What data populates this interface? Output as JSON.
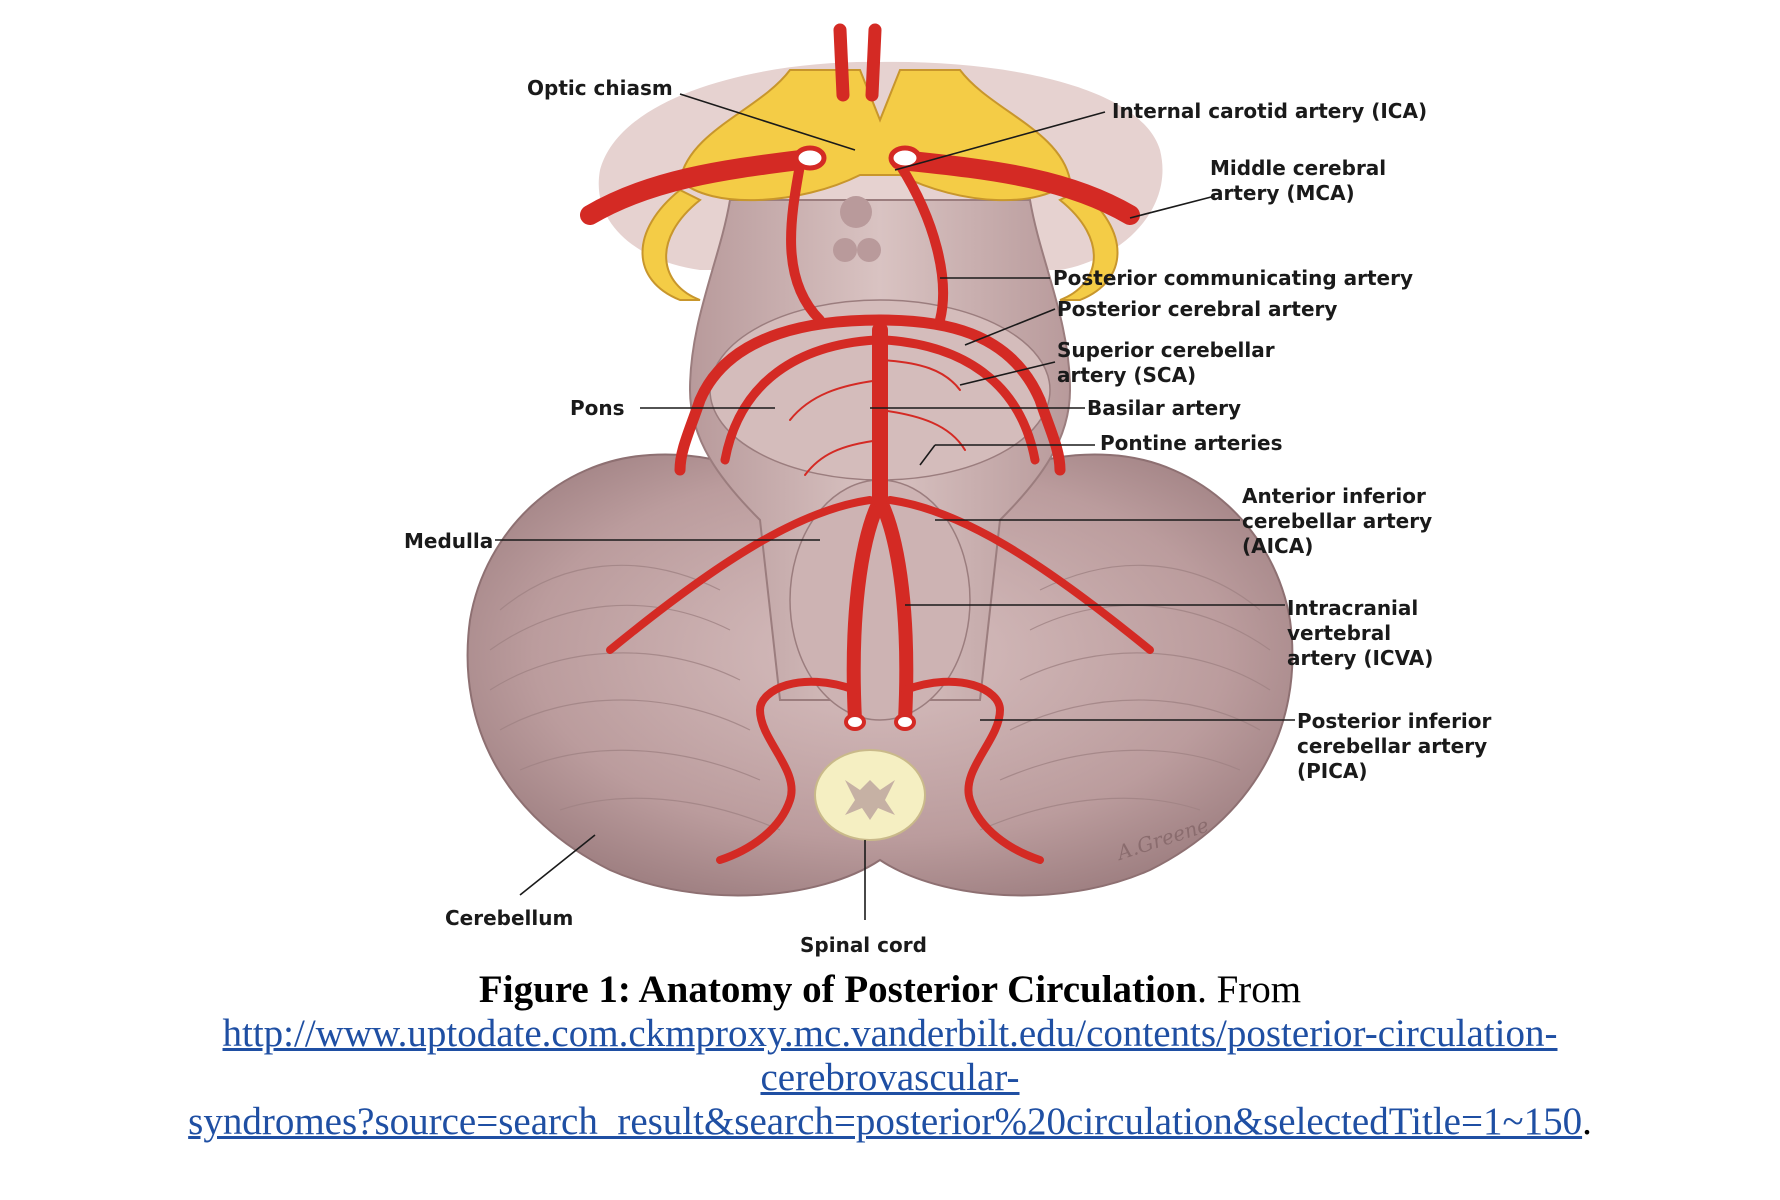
{
  "labels": {
    "optic_chiasm": "Optic chiasm",
    "ica": "Internal carotid artery (ICA)",
    "mca_1": "Middle cerebral",
    "mca_2": "artery (MCA)",
    "pcomm": "Posterior communicating artery",
    "pca": "Posterior cerebral artery",
    "sca_1": "Superior cerebellar",
    "sca_2": "artery (SCA)",
    "pons": "Pons",
    "basilar": "Basilar artery",
    "pontine": "Pontine arteries",
    "aica_1": "Anterior inferior",
    "aica_2": "cerebellar artery",
    "aica_3": "(AICA)",
    "medulla": "Medulla",
    "icva_1": "Intracranial",
    "icva_2": "vertebral",
    "icva_3": "artery (ICVA)",
    "pica_1": "Posterior inferior",
    "pica_2": "cerebellar artery",
    "pica_3": "(PICA)",
    "cerebellum": "Cerebellum",
    "spinal_cord": "Spinal cord",
    "signature": "A.Greene"
  },
  "caption": {
    "title": "Figure 1: Anatomy of Posterior Circulation",
    "after_title": ".  From",
    "url_line1": "http://www.uptodate.com.ckmproxy.mc.vanderbilt.edu/contents/posterior-circulation-",
    "url_line2": "cerebrovascular-",
    "url_line3": "syndromes?source=search_result&search=posterior%20circulation&selectedTitle=1~150",
    "end": "."
  },
  "colors": {
    "artery": "#d42a24",
    "brain": "#c9aaaa",
    "optic": "#f4cc46",
    "link": "#1f4fa3"
  }
}
